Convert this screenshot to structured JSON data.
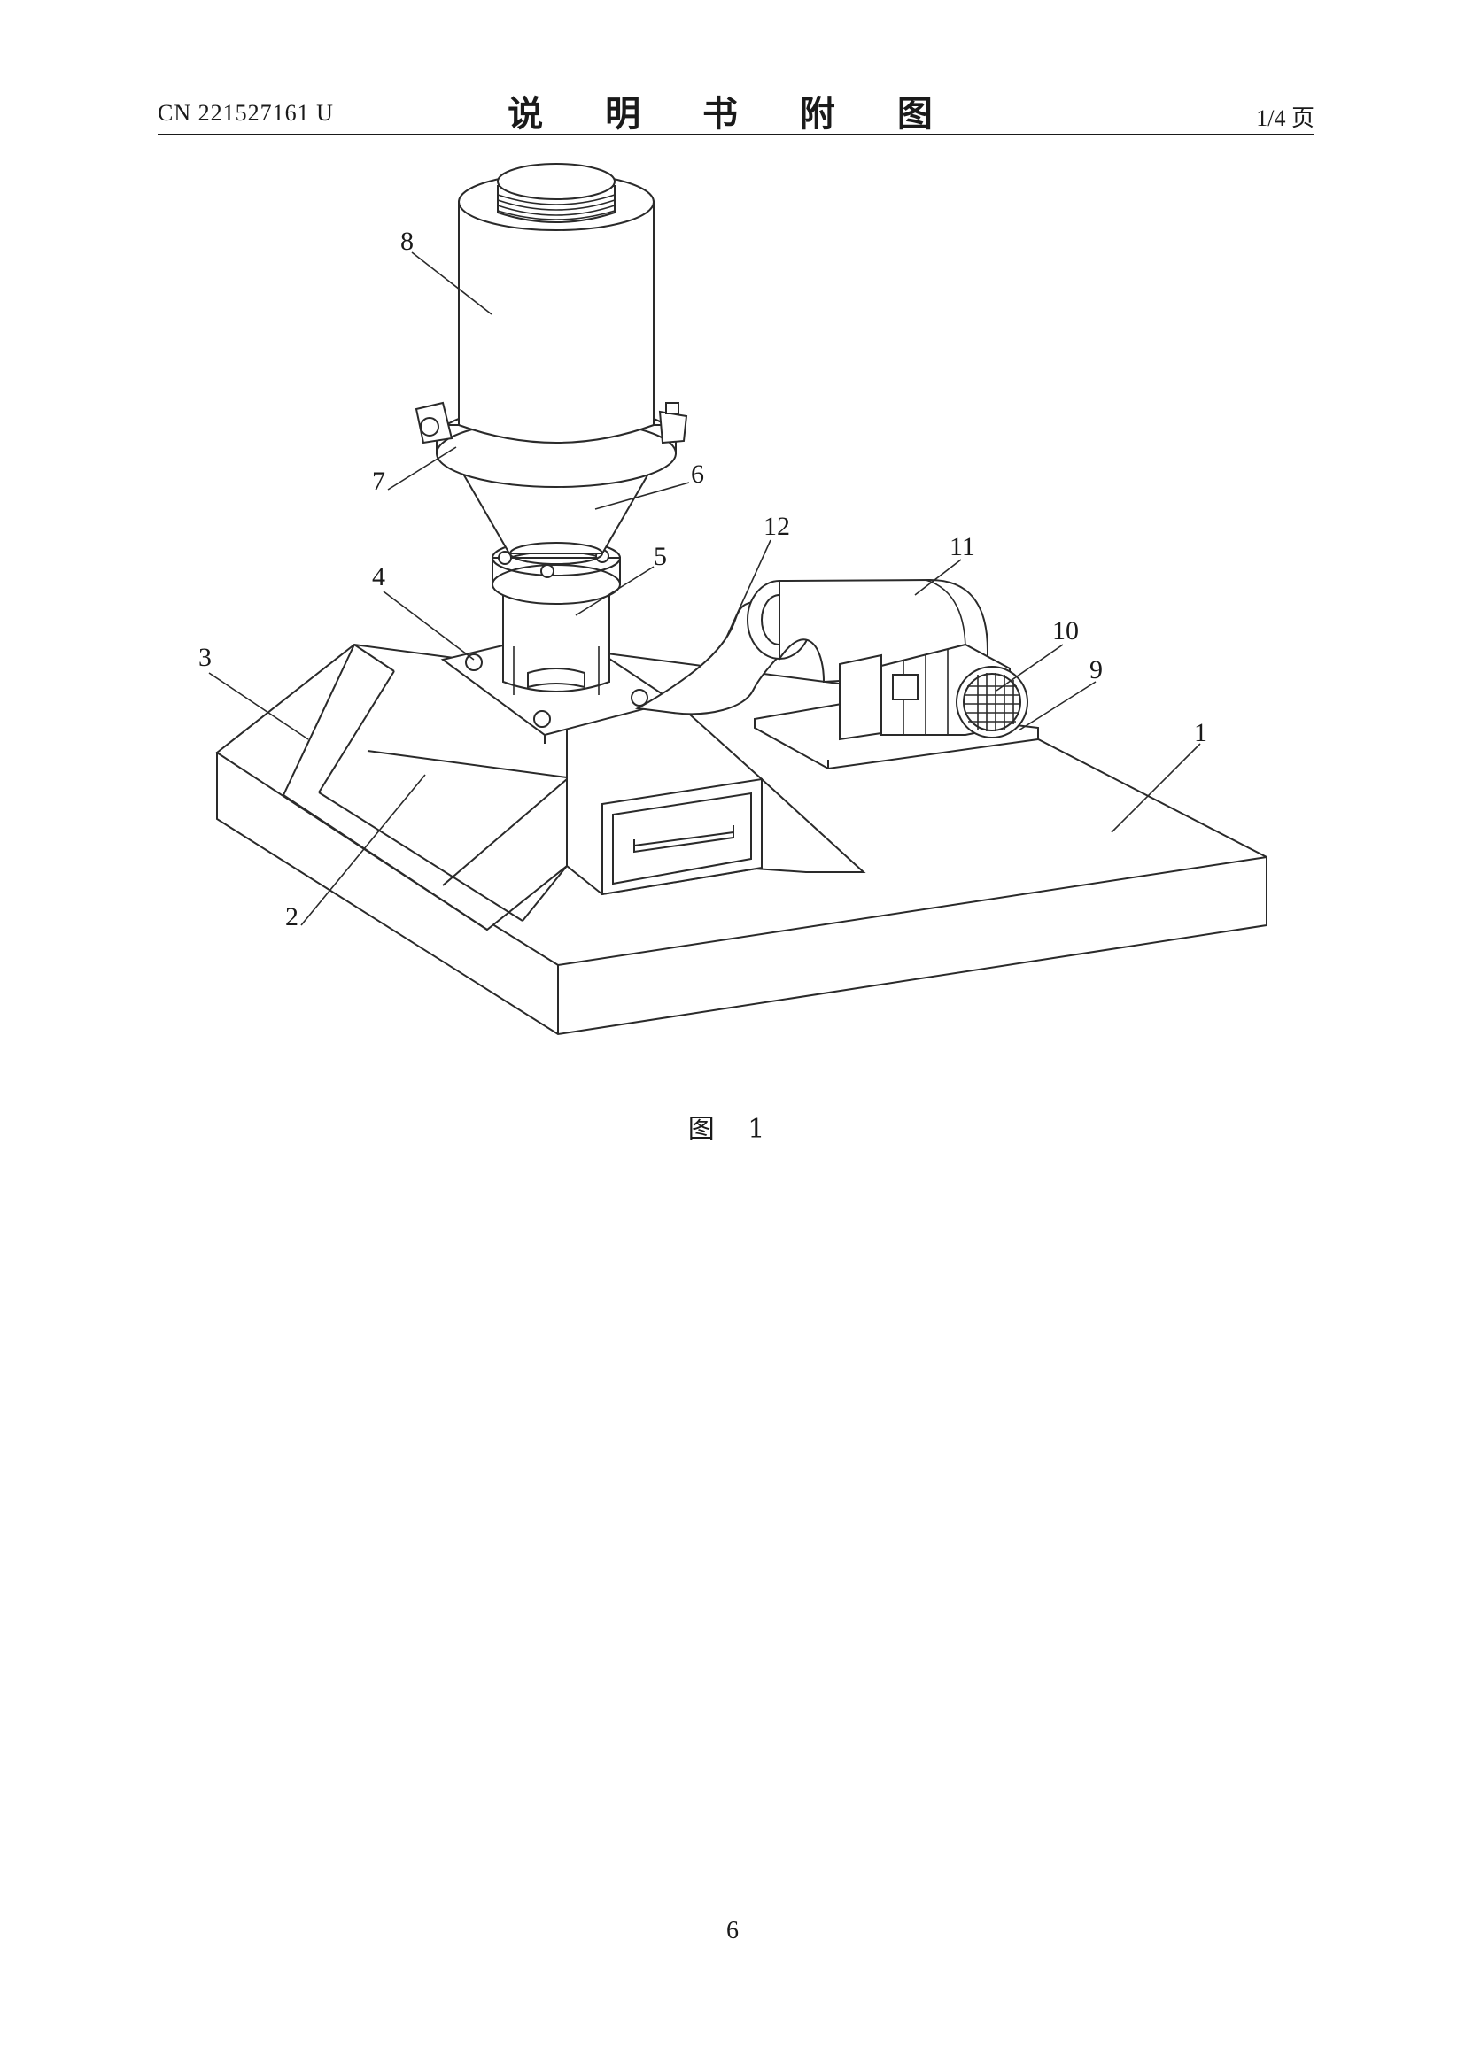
{
  "header": {
    "publication_number": "CN 221527161 U",
    "title": "说 明 书 附 图",
    "page_of": "1/4 页"
  },
  "figure": {
    "caption": "图 1",
    "callouts": [
      "1",
      "2",
      "3",
      "4",
      "5",
      "6",
      "7",
      "8",
      "9",
      "10",
      "11",
      "12"
    ]
  },
  "footer": {
    "page_number": "6"
  }
}
